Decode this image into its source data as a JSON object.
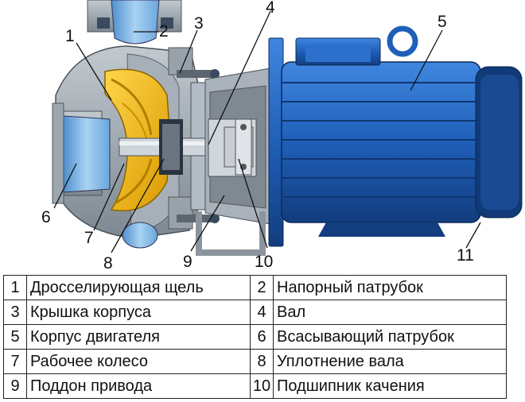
{
  "diagram": {
    "callouts": [
      "1",
      "2",
      "3",
      "4",
      "5",
      "6",
      "7",
      "8",
      "9",
      "10",
      "11"
    ]
  },
  "legend": {
    "rows": [
      [
        {
          "num": "1",
          "label": "Дросселирующая щель"
        },
        {
          "num": "2",
          "label": "Напорный патрубок"
        }
      ],
      [
        {
          "num": "3",
          "label": "Крышка корпуса"
        },
        {
          "num": "4",
          "label": "Вал"
        }
      ],
      [
        {
          "num": "5",
          "label": "Корпус двигателя"
        },
        {
          "num": "6",
          "label": "Всасывающий патрубок"
        }
      ],
      [
        {
          "num": "7",
          "label": "Рабочее колесо"
        },
        {
          "num": "8",
          "label": "Уплотнение вала"
        }
      ],
      [
        {
          "num": "9",
          "label": "Поддон привода"
        },
        {
          "num": "10",
          "label": "Подшипник качения"
        }
      ]
    ]
  },
  "colors": {
    "casing": "#8f9aa4",
    "impeller": "#f2b705",
    "motor": "#1f5fb8",
    "motor_dark": "#123d7e",
    "water": "#7fb6e6"
  }
}
